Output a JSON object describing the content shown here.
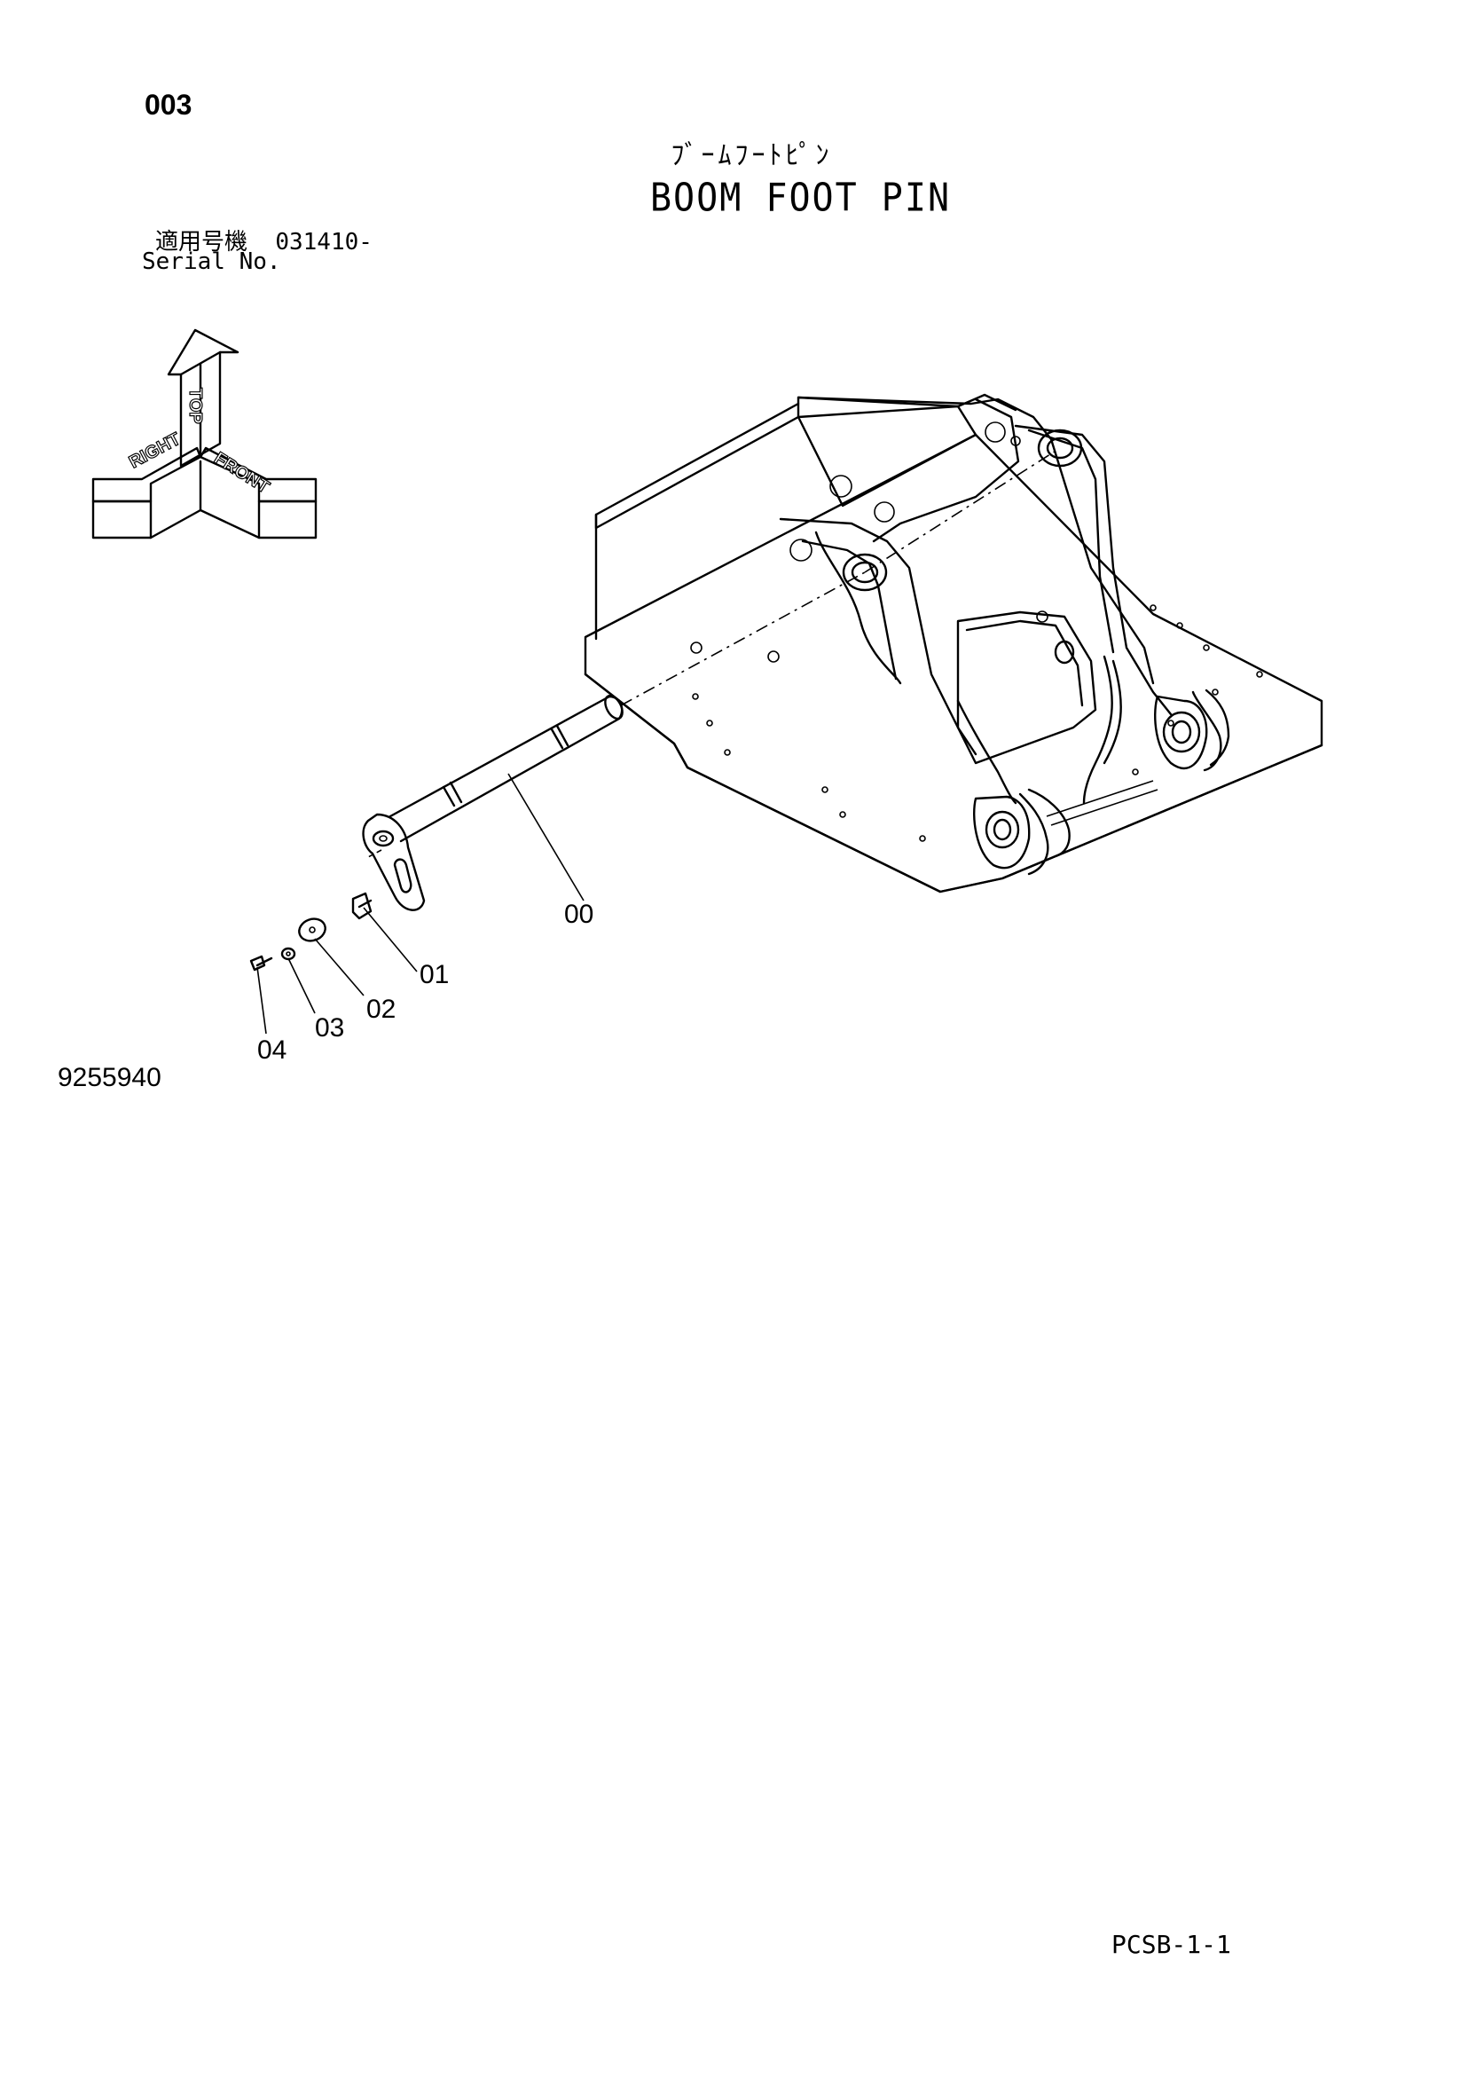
{
  "header": {
    "page_number": "003",
    "title_jp": "ﾌﾞｰﾑﾌｰﾄﾋﾟﾝ",
    "title_en": "BOOM FOOT PIN"
  },
  "serial": {
    "label_jp": "適用号機",
    "value": "031410-",
    "label_en": "Serial No."
  },
  "orientation": {
    "top": "TOP",
    "front": "FRONT",
    "right": "RIGHT"
  },
  "part_callouts": [
    "00",
    "01",
    "02",
    "03",
    "04"
  ],
  "footer": {
    "figure_number": "9255940",
    "sheet_code": "PCSB-1-1"
  }
}
